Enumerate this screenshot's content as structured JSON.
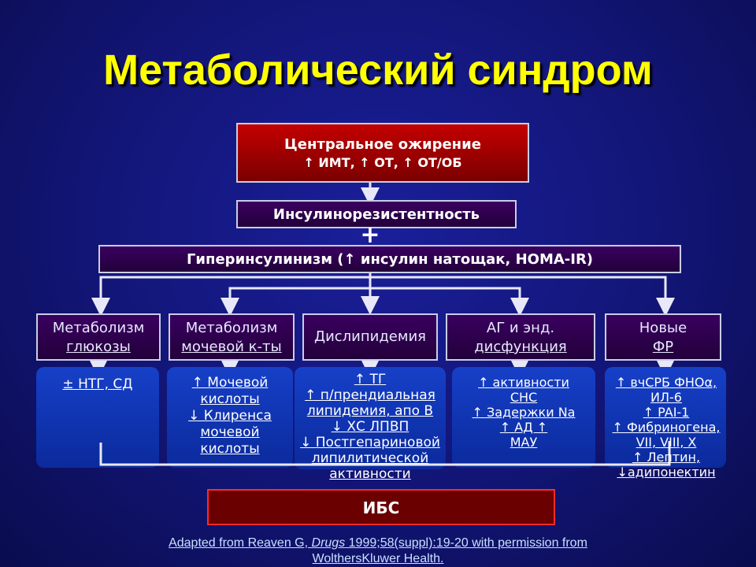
{
  "title": "Метаболический синдром",
  "central": {
    "line1": "Центральное ожирение",
    "line2": "↑ ИМТ, ↑ ОТ, ↑ ОТ/ОБ"
  },
  "insulin_resistance": "Инсулинорезистентность",
  "plus": "+",
  "hyperinsulinism": "Гиперинсулинизм (↑ инсулин натощак, HOMA-IR)",
  "categories": [
    {
      "line1": "Метаболизм",
      "line2": "глюкозы"
    },
    {
      "line1": "Метаболизм",
      "line2": "мочевой к-ты"
    },
    {
      "line1": "Дислипидемия",
      "line2": ""
    },
    {
      "line1": "АГ и энд.",
      "line2": "дисфункция"
    },
    {
      "line1": "Новые",
      "line2": "ФР"
    }
  ],
  "details": [
    [
      "± НТГ, СД"
    ],
    [
      "↑ Мочевой",
      "кислоты",
      "↓ Клиренса",
      "мочевой",
      "кислоты"
    ],
    [
      "↑ ТГ",
      "↑ п/прендиальная",
      "липидемия, апо В",
      "↓ ХС ЛПВП",
      "↓ Постгепариновой",
      "липилитической",
      "активности"
    ],
    [
      "↑ активности",
      "СНС",
      "↑ Задержки Na",
      "↑ АД ↑",
      "МАУ"
    ],
    [
      "↑ вчСРБ ФНОα,",
      "ИЛ-6",
      "↑ PAI-1",
      "↑ Фибриногена,",
      "VII, VIII, X",
      "↑ Лептин,",
      "↓адипонектин"
    ]
  ],
  "outcome": "ИБС",
  "footer": {
    "line1_pre": "Adapted from Reaven G, ",
    "line1_journal": "Drugs",
    "line1_post": " 1999;58(suppl):19-20 with permission from",
    "line2": "WolthersKluwer Health."
  },
  "colors": {
    "title": "#ffff00",
    "box_red": "#b00000",
    "box_purple": "#2a0048",
    "card_blue": "#1238b8",
    "outcome_border": "#ff2a2a"
  }
}
